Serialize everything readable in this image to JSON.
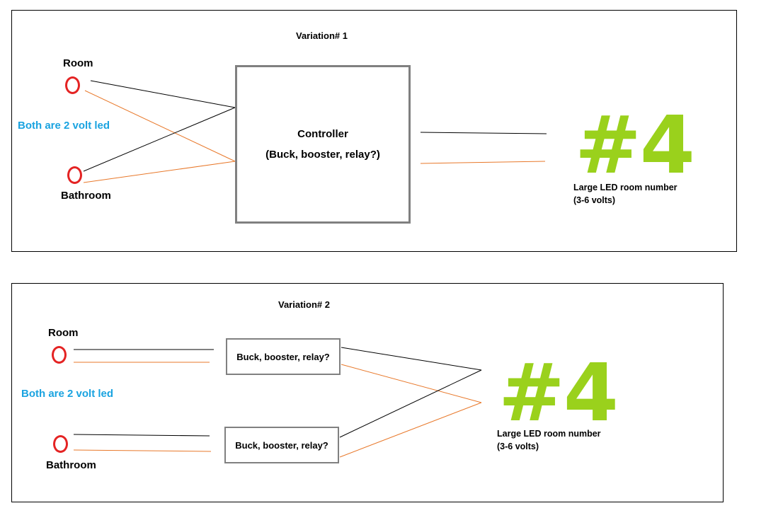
{
  "variation1": {
    "title": "Variation# 1",
    "room_label": "Room",
    "bathroom_label": "Bathroom",
    "note": "Both are 2 volt led",
    "controller_title": "Controller",
    "controller_subtitle": "(Buck, booster, relay?)",
    "big_number": "#4",
    "big_number_caption_line1": "Large LED room number",
    "big_number_caption_line2": "(3-6 volts)"
  },
  "variation2": {
    "title": "Variation# 2",
    "room_label": "Room",
    "bathroom_label": "Bathroom",
    "note": "Both are 2 volt led",
    "box_top_label": "Buck, booster, relay?",
    "box_bottom_label": "Buck, booster, relay?",
    "big_number": "#4",
    "big_number_caption_line1": "Large LED room number",
    "big_number_caption_line2": "(3-6 volts)"
  },
  "colors": {
    "wire_black": "#000000",
    "wire_orange": "#e8782a",
    "led_ring": "#e42323",
    "note_text": "#1aa3e0",
    "big_number": "#9ad11c",
    "box_border": "#808080"
  }
}
